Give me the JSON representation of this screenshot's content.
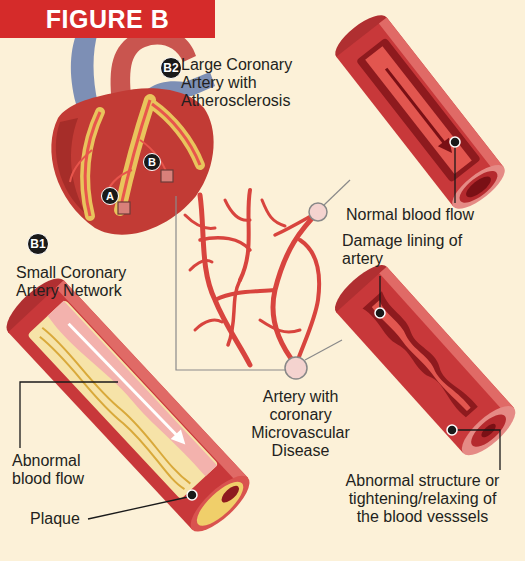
{
  "diagram": {
    "title": "FIGURE B",
    "nodes": [
      {
        "text": [
          "B2",
          "Large Coronary Artery with Atherosclerosis"
        ]
      },
      {
        "text": [
          "B"
        ]
      },
      {
        "text": [
          "A"
        ]
      },
      {
        "text": [
          "B1",
          "Small Coronary Artery Network"
        ]
      }
    ],
    "labels": [
      "Normal blood flow",
      "Damage lining of artery",
      "Artery with coronary Microvascular Disease",
      "Abnormal blood flow",
      "Plaque",
      "Abnormal structure or tightening/relaxing of the blood vesssels"
    ]
  }
}
